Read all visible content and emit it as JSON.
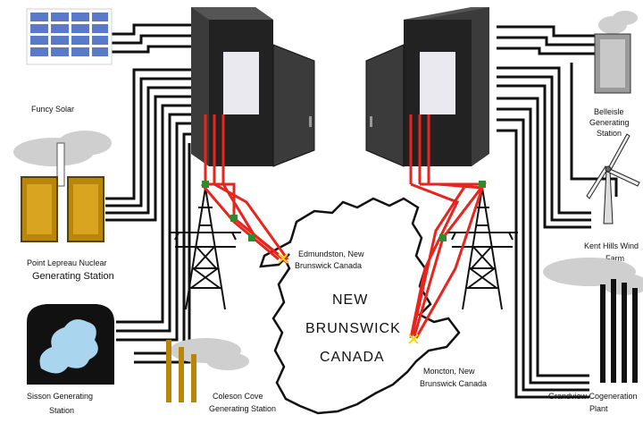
{
  "labels": {
    "funcy_solar": "Funcy Solar",
    "belleisle_line1": "Belleisle",
    "belleisle_line2": "Generating",
    "belleisle_line3": "Station",
    "point_lepreau_line1": "Point Lepreau Nuclear",
    "point_lepreau_line2": "Generating Station",
    "edmundston_line1": "Edmundston, New",
    "edmundston_line2": "Brunswick Canada",
    "kent_hills_line1": "Kent Hills Wind",
    "kent_hills_line2": "Farm",
    "map_line1": "NEW",
    "map_line2": "BRUNSWICK",
    "map_line3": "CANADA",
    "sisson_line1": "Sisson Generating",
    "sisson_line2": "Station",
    "coleson_line1": "Coleson Cove",
    "coleson_line2": "Generating Station",
    "moncton_line1": "Moncton, New",
    "moncton_line2": "Brunswick Canada",
    "grandview_line1": "Grandview Cogeneration",
    "grandview_line2": "Plant"
  },
  "colors": {
    "cable": "#111111",
    "transmission": "#e8241c",
    "cabinet": "#3b3b3b",
    "cabinet_dark": "#222222",
    "cabinet_panel": "#e9e9ef",
    "solar_panel": "#5b79c9",
    "reactor": "#b8860b",
    "smoke": "#cfcfcf",
    "sisson_lake": "#a9d6ee",
    "node": "#2e8b2e",
    "city_marker": "#ffd400"
  }
}
